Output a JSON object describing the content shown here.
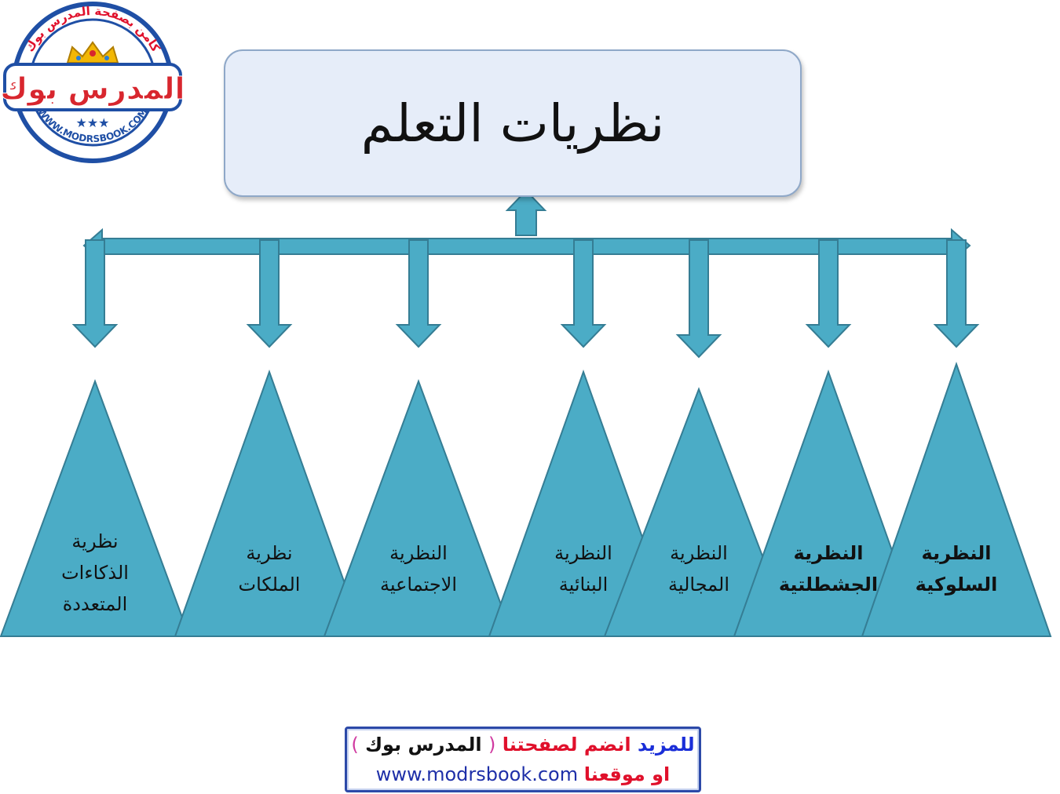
{
  "title": "نظريات التعلم",
  "colors": {
    "shape_fill": "#4bacc6",
    "shape_stroke": "#357d94",
    "title_fill": "#e6edf9",
    "title_border": "#8fa8c8"
  },
  "theories": [
    {
      "lines": [
        "النظرية",
        "السلوكية"
      ],
      "bold": true
    },
    {
      "lines": [
        "النظرية",
        "الجشطلتية"
      ],
      "bold": true
    },
    {
      "lines": [
        "النظرية",
        "المجالية"
      ],
      "bold": false
    },
    {
      "lines": [
        "النظرية",
        "البنائية"
      ],
      "bold": false
    },
    {
      "lines": [
        "النظرية",
        "الاجتماعية"
      ],
      "bold": false
    },
    {
      "lines": [
        "نظرية",
        "الملكات"
      ],
      "bold": false
    },
    {
      "lines": [
        "نظرية",
        "الذكاءات",
        "المتعددة"
      ],
      "bold": false
    }
  ],
  "logo": {
    "main": "المدرس بوك",
    "ring_top": "كامن بصفحة المدرس بوك",
    "ring_bottom": "WWW.MODRSBOOK.COM",
    "stars": "★★★"
  },
  "footer": {
    "more": "للمزيد",
    "join": "انضم لصفحتنا",
    "paren_open": "(",
    "page_name": "المدرس بوك",
    "paren_close": ")",
    "or_site": "او موقعنا",
    "url": "www.modrsbook.com"
  }
}
